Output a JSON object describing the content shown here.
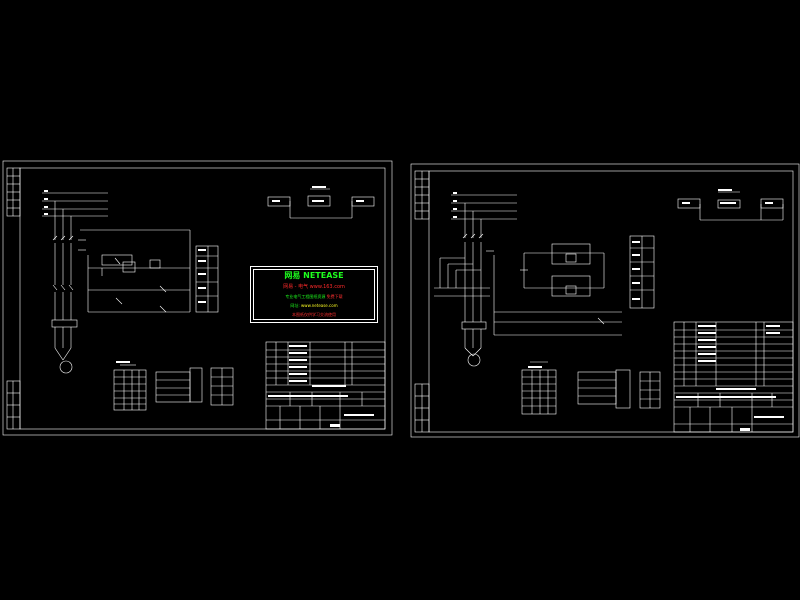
{
  "watermark": {
    "title": "网易 NETEASE",
    "line_red": "网易 - 电气 www.163.com",
    "line_green_label": "专业电气工程图纸资源",
    "line_green_value": "免费下载",
    "line_yellow_label": "网址:",
    "line_yellow_value": "www.netease.com",
    "line_red_bottom": "本图纸仅供学习交流使用"
  },
  "colors": {
    "background": "#000000",
    "line": "#ffffff",
    "accent_green": "#1eff1e",
    "accent_red": "#ff2a2a",
    "accent_yellow": "#ffff22"
  }
}
